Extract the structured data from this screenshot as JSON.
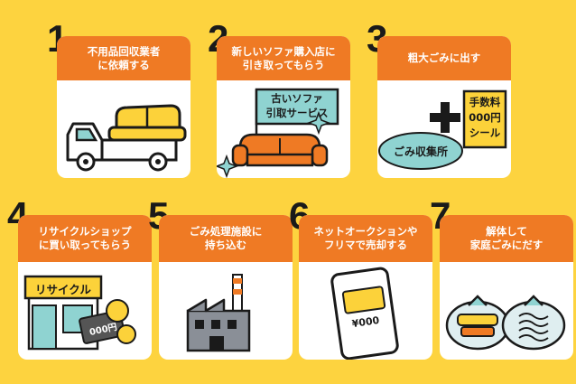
{
  "steps": [
    {
      "num": "1",
      "title": "不用品回収業者\nに依頼する"
    },
    {
      "num": "2",
      "title": "新しいソファ購入店に\n引き取ってもらう",
      "sign": "古いソファ\n引取サービス"
    },
    {
      "num": "3",
      "title": "粗大ごみに出す",
      "label_left": "ごみ収集所",
      "label_right": "手数料\n000円\nシール"
    },
    {
      "num": "4",
      "title": "リサイクルショップ\nに買い取ってもらう",
      "shop_sign": "リサイクル",
      "money": "000円"
    },
    {
      "num": "5",
      "title": "ごみ処理施設に\n持ち込む"
    },
    {
      "num": "6",
      "title": "ネットオークションや\nフリマで売却する",
      "price": "¥000"
    },
    {
      "num": "7",
      "title": "解体して\n家庭ごみにだす"
    }
  ],
  "colors": {
    "background": "#fdd33f",
    "accent": "#ef7a24",
    "card": "#ffffff",
    "dark": "#1a1a1a",
    "teal": "#8fd3d1"
  }
}
